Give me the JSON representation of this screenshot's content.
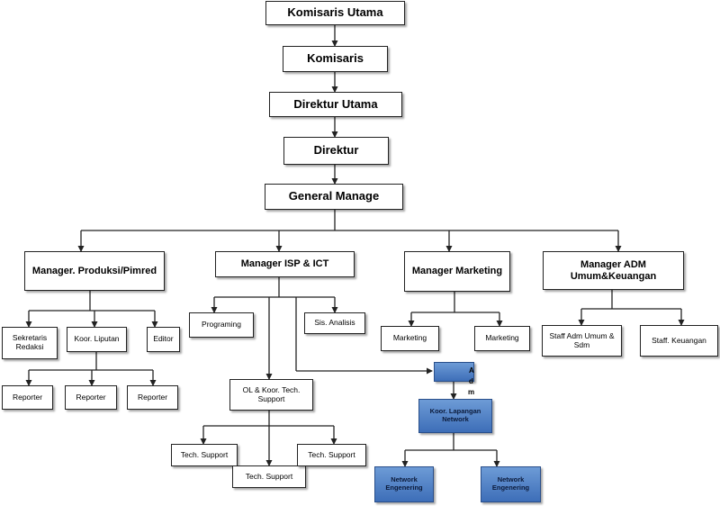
{
  "nodes": {
    "komisaris_utama": "Komisaris Utama",
    "komisaris": "Komisaris",
    "direktur_utama": "Direktur Utama",
    "direktur": "Direktur",
    "general_manage": "General Manage",
    "manager_produksi": "Manager. Produksi/Pimred",
    "manager_isp": "Manager ISP & ICT",
    "manager_marketing": "Manager Marketing",
    "manager_adm": "Manager ADM Umum&Keuangan",
    "sekretaris": "Sekretaris Redaksi",
    "koor_liputan": "Koor. Liputan",
    "editor": "Editor",
    "reporter_1": "Reporter",
    "reporter_2": "Reporter",
    "reporter_3": "Reporter",
    "programing": "Programing",
    "sis_analisis": "Sis. Analisis",
    "ol_koor": "OL & Koor. Tech. Support",
    "tech_support_1": "Tech. Support",
    "tech_support_2": "Tech. Support",
    "tech_support_3": "Tech. Support",
    "marketing_1": "Marketing",
    "marketing_2": "Marketing",
    "staff_adm": "Staff Adm Umum & Sdm",
    "staff_keuangan": "Staff. Keuangan",
    "adm_letter_1": "A",
    "adm_letter_2": "d",
    "adm_letter_3": "m",
    "koor_lapangan": "Koor. Lapangan Network",
    "network_1": "Network Engenering",
    "network_2": "Network Engenering"
  },
  "colors": {
    "line": "#222222",
    "blue_fill": "#4f81c7"
  }
}
